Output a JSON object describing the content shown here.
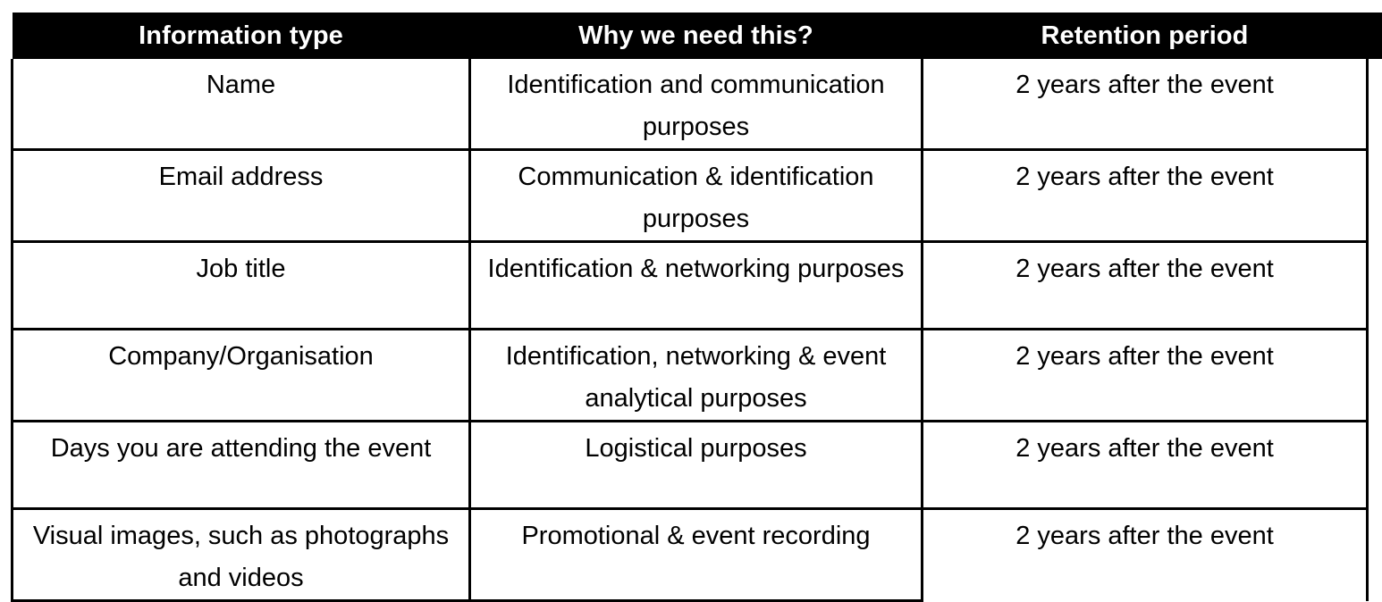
{
  "table": {
    "headers": [
      "Information type",
      "Why we need this?",
      "Retention period"
    ],
    "rows": [
      {
        "information_type": "Name",
        "why_we_need_this": "Identification  and communication purposes",
        "retention_period": "2 years after the event"
      },
      {
        "information_type": "Email address",
        "why_we_need_this": "Communication & identification purposes",
        "retention_period": "2 years after the event"
      },
      {
        "information_type": "Job title",
        "why_we_need_this": "Identification & networking purposes",
        "retention_period": "2 years after the event"
      },
      {
        "information_type": "Company/Organisation",
        "why_we_need_this": "Identification, networking & event analytical purposes",
        "retention_period": "2 years after the event"
      },
      {
        "information_type": "Days you are attending the event",
        "why_we_need_this": "Logistical purposes",
        "retention_period": "2 years after the event"
      },
      {
        "information_type": "Visual images, such as photographs and videos",
        "why_we_need_this": "Promotional & event recording",
        "retention_period": "2 years after the event"
      }
    ]
  },
  "colors": {
    "header_background": "#000000",
    "header_text": "#ffffff",
    "body_text": "#000000",
    "border": "#000000",
    "page_background": "#ffffff"
  }
}
